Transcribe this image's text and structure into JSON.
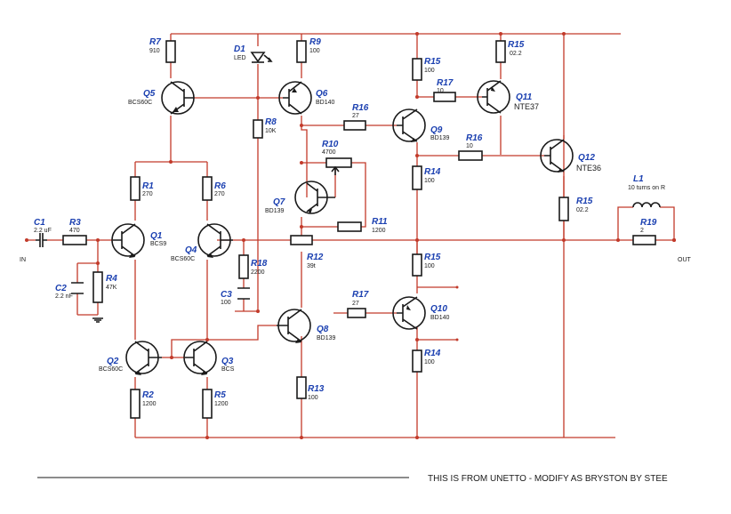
{
  "schematic": {
    "input_label": "IN",
    "output_label": "OUT",
    "note": "THIS IS FROM UNETTO - MODIFY AS BRYSTON BY STEE",
    "wire_color": "#c23a2a",
    "label_color": "#1a3fb0",
    "components": {
      "r7": {
        "ref": "R7",
        "value": "910"
      },
      "d1": {
        "ref": "D1",
        "value": "LED"
      },
      "r9": {
        "ref": "R9",
        "value": "100"
      },
      "r15a": {
        "ref": "R15",
        "value": "100"
      },
      "r15b": {
        "ref": "R15",
        "value": "02.2"
      },
      "q5": {
        "ref": "Q5",
        "value": "BCS60C"
      },
      "q6": {
        "ref": "Q6",
        "value": "BD140"
      },
      "r17a": {
        "ref": "R17",
        "value": "10"
      },
      "q11": {
        "ref": "Q11",
        "value": "NTE37"
      },
      "r16a": {
        "ref": "R16",
        "value": "27"
      },
      "r8": {
        "ref": "R8",
        "value": "10K"
      },
      "q9": {
        "ref": "Q9",
        "value": "BD139"
      },
      "r10": {
        "ref": "R10",
        "value": "4700"
      },
      "r16b": {
        "ref": "R16",
        "value": "10"
      },
      "q12": {
        "ref": "Q12",
        "value": "NTE36"
      },
      "r14a": {
        "ref": "R14",
        "value": "100"
      },
      "r1": {
        "ref": "R1",
        "value": "270"
      },
      "r6": {
        "ref": "R6",
        "value": "270"
      },
      "q7": {
        "ref": "Q7",
        "value": "BD139"
      },
      "l1": {
        "ref": "L1",
        "value": "10 turns on R"
      },
      "r15c": {
        "ref": "R15",
        "value": "02.2"
      },
      "r11": {
        "ref": "R11",
        "value": "1200"
      },
      "c1": {
        "ref": "C1",
        "value": "2.2 uF"
      },
      "r3": {
        "ref": "R3",
        "value": "470"
      },
      "q1": {
        "ref": "Q1",
        "value": "BCS9"
      },
      "q4": {
        "ref": "Q4",
        "value": "BCS60C"
      },
      "r19": {
        "ref": "R19",
        "value": "2"
      },
      "r12": {
        "ref": "R12",
        "value": "39t"
      },
      "r15d": {
        "ref": "R15",
        "value": "100"
      },
      "r18": {
        "ref": "R18",
        "value": "2200"
      },
      "r4": {
        "ref": "R4",
        "value": "47K"
      },
      "c2": {
        "ref": "C2",
        "value": "2.2 nF"
      },
      "c3": {
        "ref": "C3",
        "value": "100"
      },
      "r17b": {
        "ref": "R17",
        "value": "27"
      },
      "q10": {
        "ref": "Q10",
        "value": "BD140"
      },
      "q8": {
        "ref": "Q8",
        "value": "BD139"
      },
      "q2": {
        "ref": "Q2",
        "value": "BCS60C"
      },
      "q3": {
        "ref": "Q3",
        "value": "BCS"
      },
      "r14b": {
        "ref": "R14",
        "value": "100"
      },
      "r2": {
        "ref": "R2",
        "value": "1200"
      },
      "r5": {
        "ref": "R5",
        "value": "1200"
      },
      "r13": {
        "ref": "R13",
        "value": "100"
      }
    }
  }
}
